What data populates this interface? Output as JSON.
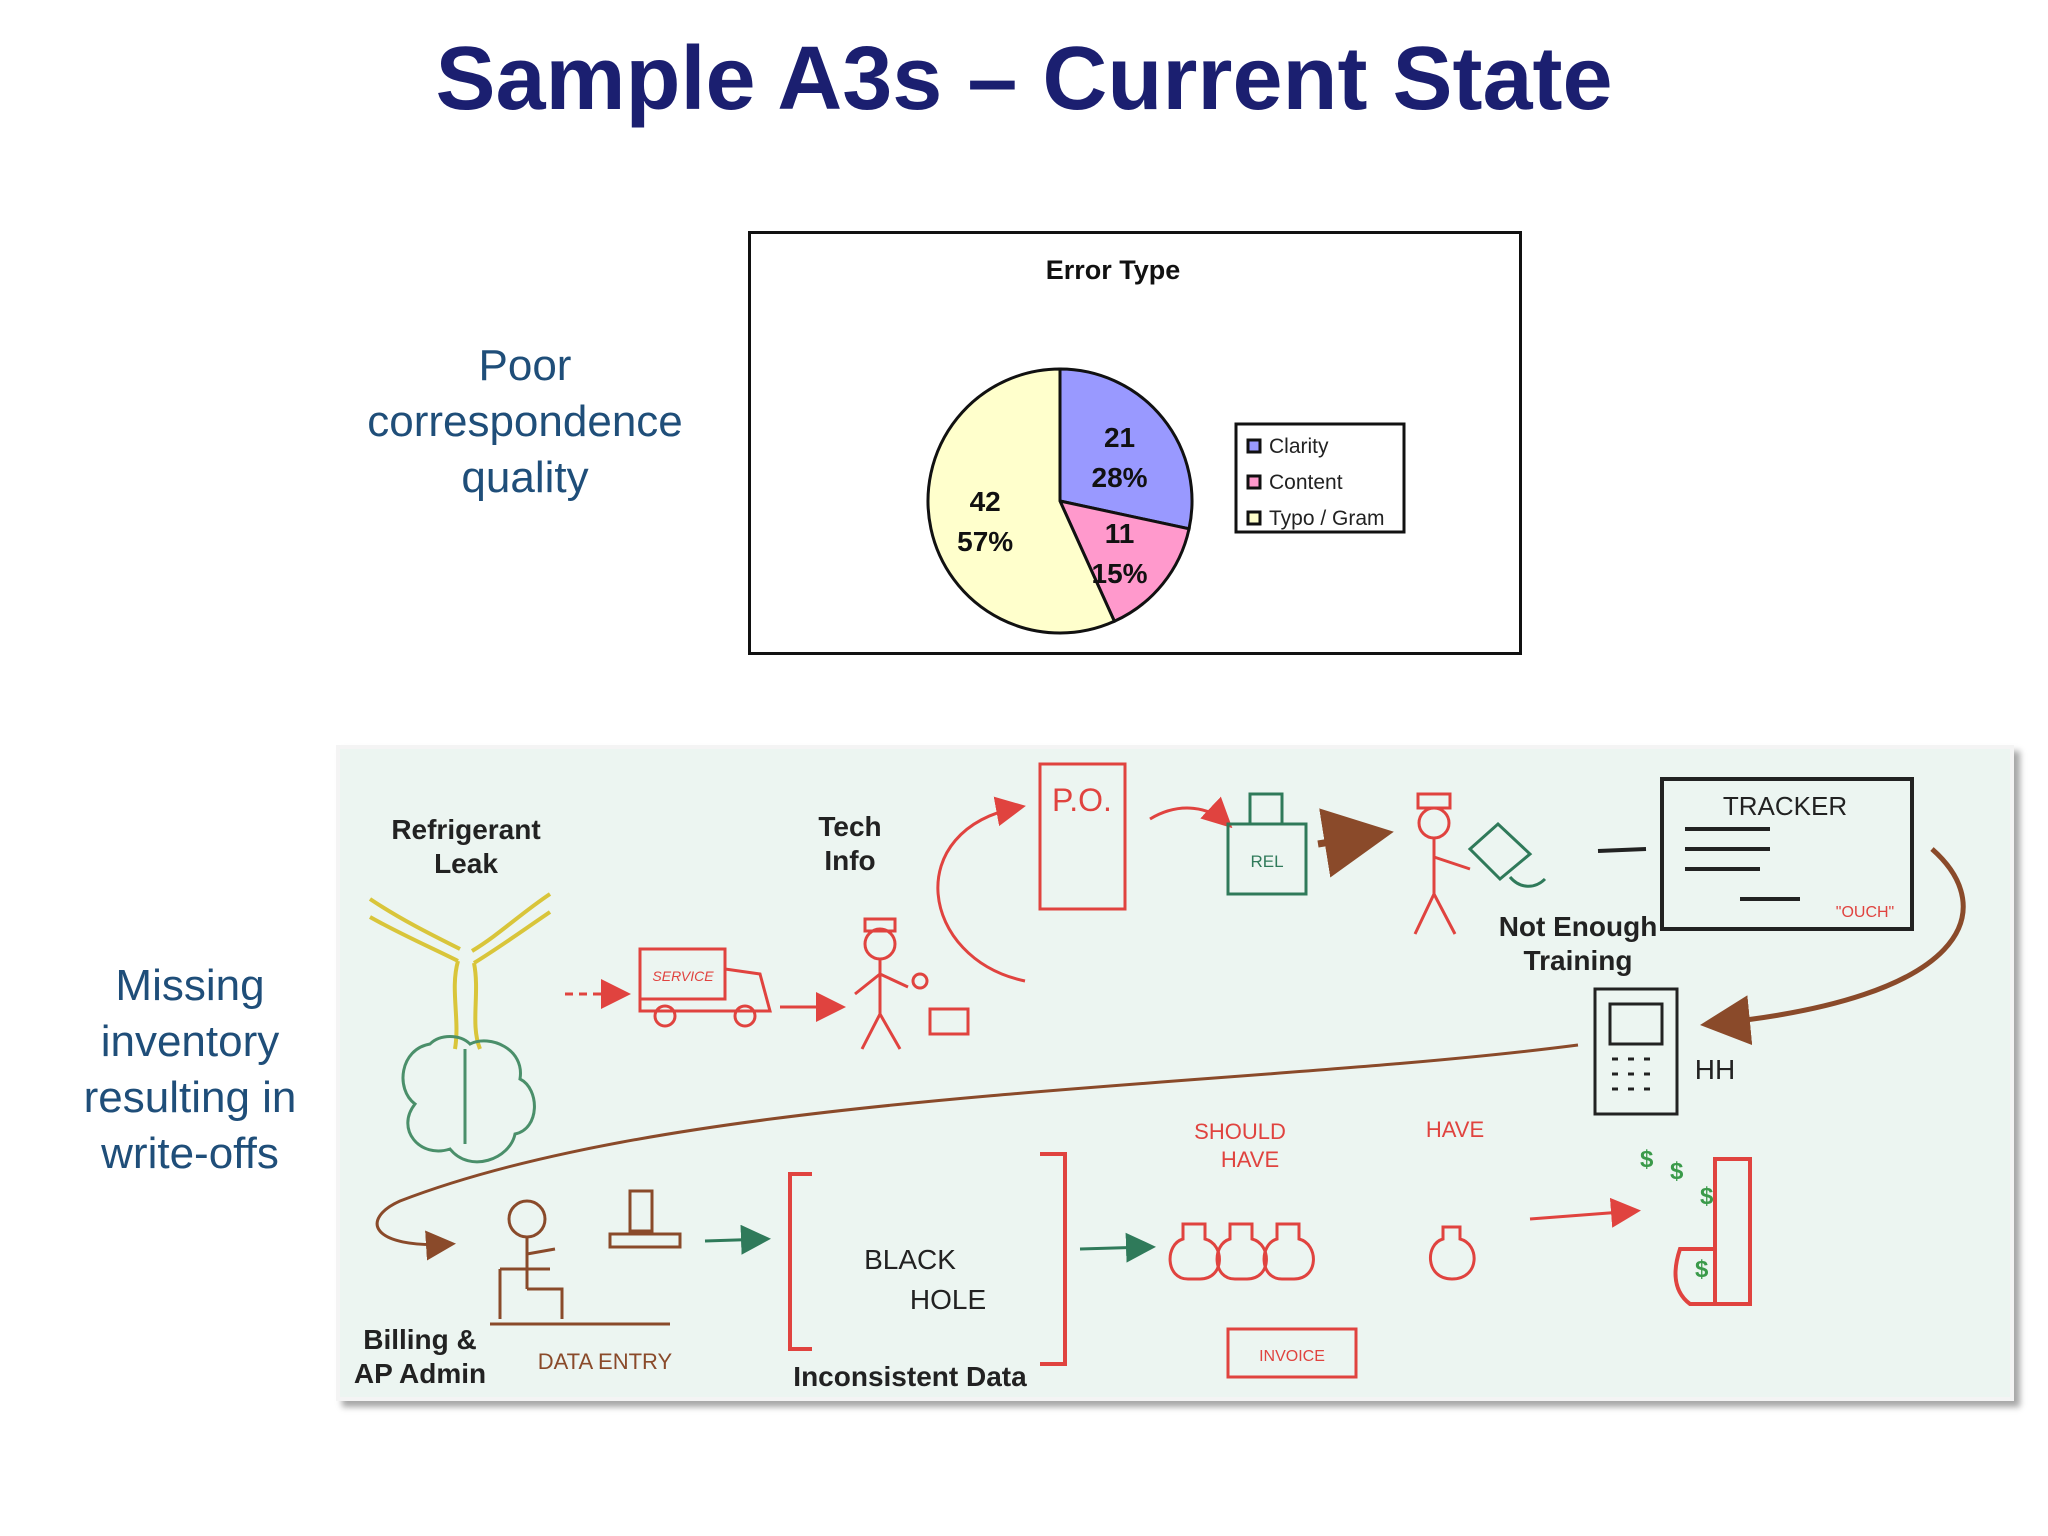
{
  "slide": {
    "title": "Sample A3s – Current State"
  },
  "captions": {
    "top": [
      "Poor",
      "correspondence",
      "quality"
    ],
    "bottom": [
      "Missing",
      "inventory",
      "resulting in",
      "write-offs"
    ]
  },
  "chart_data": {
    "type": "pie",
    "title": "Error Type",
    "legend_position": "right",
    "series": [
      {
        "name": "Clarity",
        "value": 21,
        "percent": "28%",
        "color": "#9999ff"
      },
      {
        "name": "Content",
        "value": 11,
        "percent": "15%",
        "color": "#ff99cc"
      },
      {
        "name": "Typo / Gram",
        "value": 42,
        "percent": "57%",
        "color": "#ffffcc"
      }
    ]
  },
  "whiteboard": {
    "labels": {
      "refrigerant_leak": [
        "Refrigerant",
        "Leak"
      ],
      "tech_info": [
        "Tech",
        "Info"
      ],
      "not_enough_training": [
        "Not Enough",
        "Training"
      ],
      "billing_ap_admin": [
        "Billing &",
        "AP Admin"
      ],
      "inconsistent_data": "Inconsistent Data"
    },
    "handwriting": {
      "po": "P.O.",
      "tracker": "TRACKER",
      "ouch": "\"OUCH\"",
      "hh": "HH",
      "should_have": [
        "SHOULD",
        "HAVE"
      ],
      "have": "HAVE",
      "black_hole": [
        "BLACK",
        "HOLE"
      ],
      "data_entry": "DATA ENTRY",
      "rel": "REL",
      "service": "SERVICE",
      "invoice": "INVOICE"
    },
    "colors": {
      "red": "#e0433f",
      "green": "#2f7a5a",
      "brown": "#8a4a2a",
      "yellow": "#d9c53a",
      "black": "#222222"
    }
  }
}
